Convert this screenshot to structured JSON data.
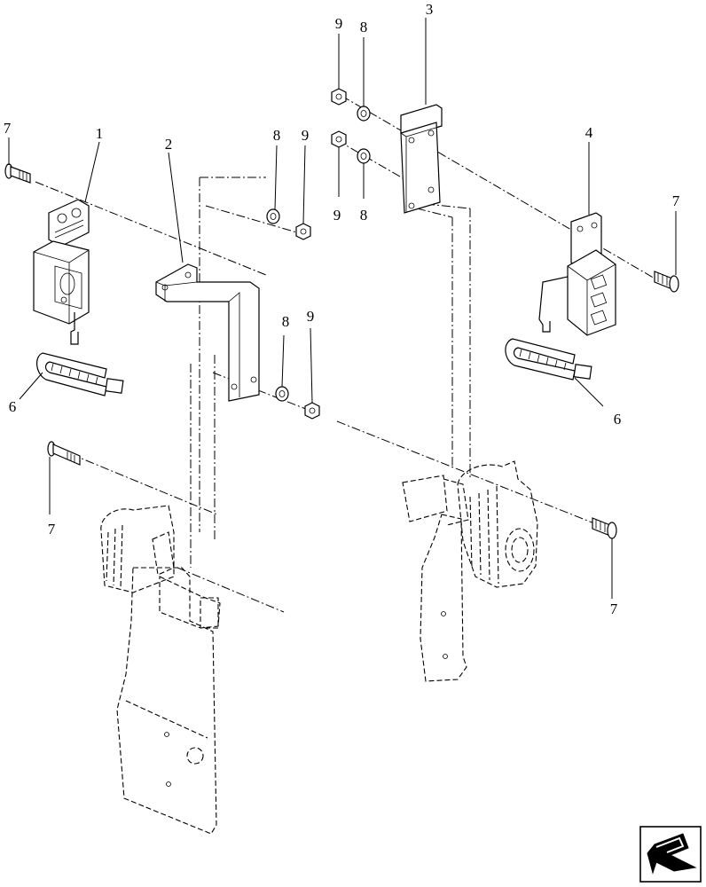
{
  "diagram": {
    "callouts": {
      "c1": "1",
      "c2": "2",
      "c3": "3",
      "c4": "4",
      "c6a": "6",
      "c6b": "6",
      "c7a": "7",
      "c7b": "7",
      "c7c": "7",
      "c7d": "7",
      "c8a": "8",
      "c8b": "8",
      "c8c": "8",
      "c8d": "8",
      "c9a": "9",
      "c9b": "9",
      "c9c": "9",
      "c9d": "9"
    },
    "nav_icon": "arrow-return-icon",
    "colors": {
      "ink": "#000000",
      "background": "#ffffff"
    }
  }
}
